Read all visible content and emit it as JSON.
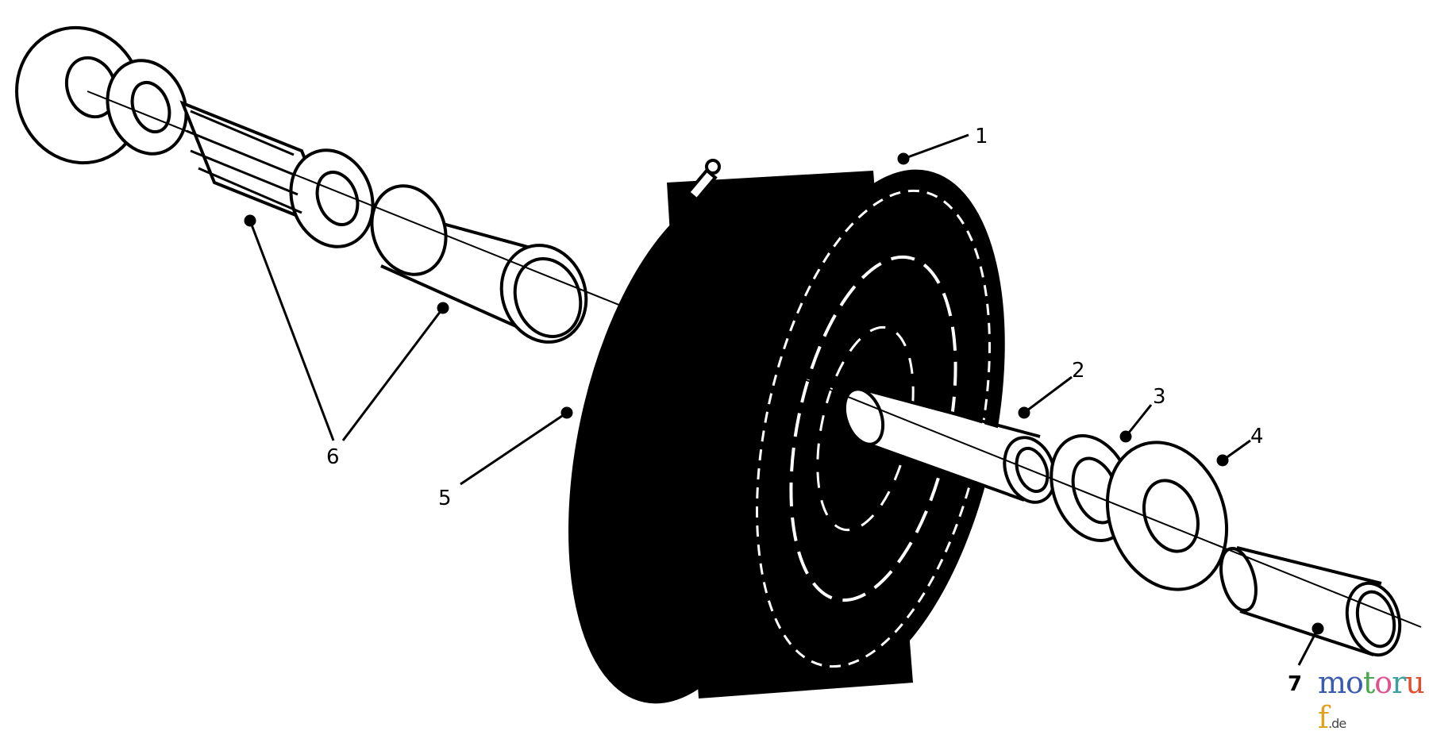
{
  "diagram": {
    "callouts": [
      {
        "id": "callout-1",
        "text": "1",
        "part": "grease-fitting"
      },
      {
        "id": "callout-2",
        "text": "2",
        "part": "axle-tube"
      },
      {
        "id": "callout-3",
        "text": "3",
        "part": "thrust-washer"
      },
      {
        "id": "callout-4",
        "text": "4",
        "part": "flat-washer"
      },
      {
        "id": "callout-5",
        "text": "5",
        "part": "wheel-tire"
      },
      {
        "id": "callout-6",
        "text": "6",
        "part": "bearing-and-spacer"
      },
      {
        "id": "callout-7",
        "text": "7",
        "part": "spacer-tube"
      }
    ]
  },
  "watermark": {
    "letters": [
      "m",
      "o",
      "t",
      "o",
      "r",
      "u",
      "f"
    ],
    "colors": [
      "#3a5bb0",
      "#3a5bb0",
      "#4aa84a",
      "#e0508a",
      "#3aa0a0",
      "#e05030",
      "#e0a020"
    ],
    "suffix": ".de"
  }
}
